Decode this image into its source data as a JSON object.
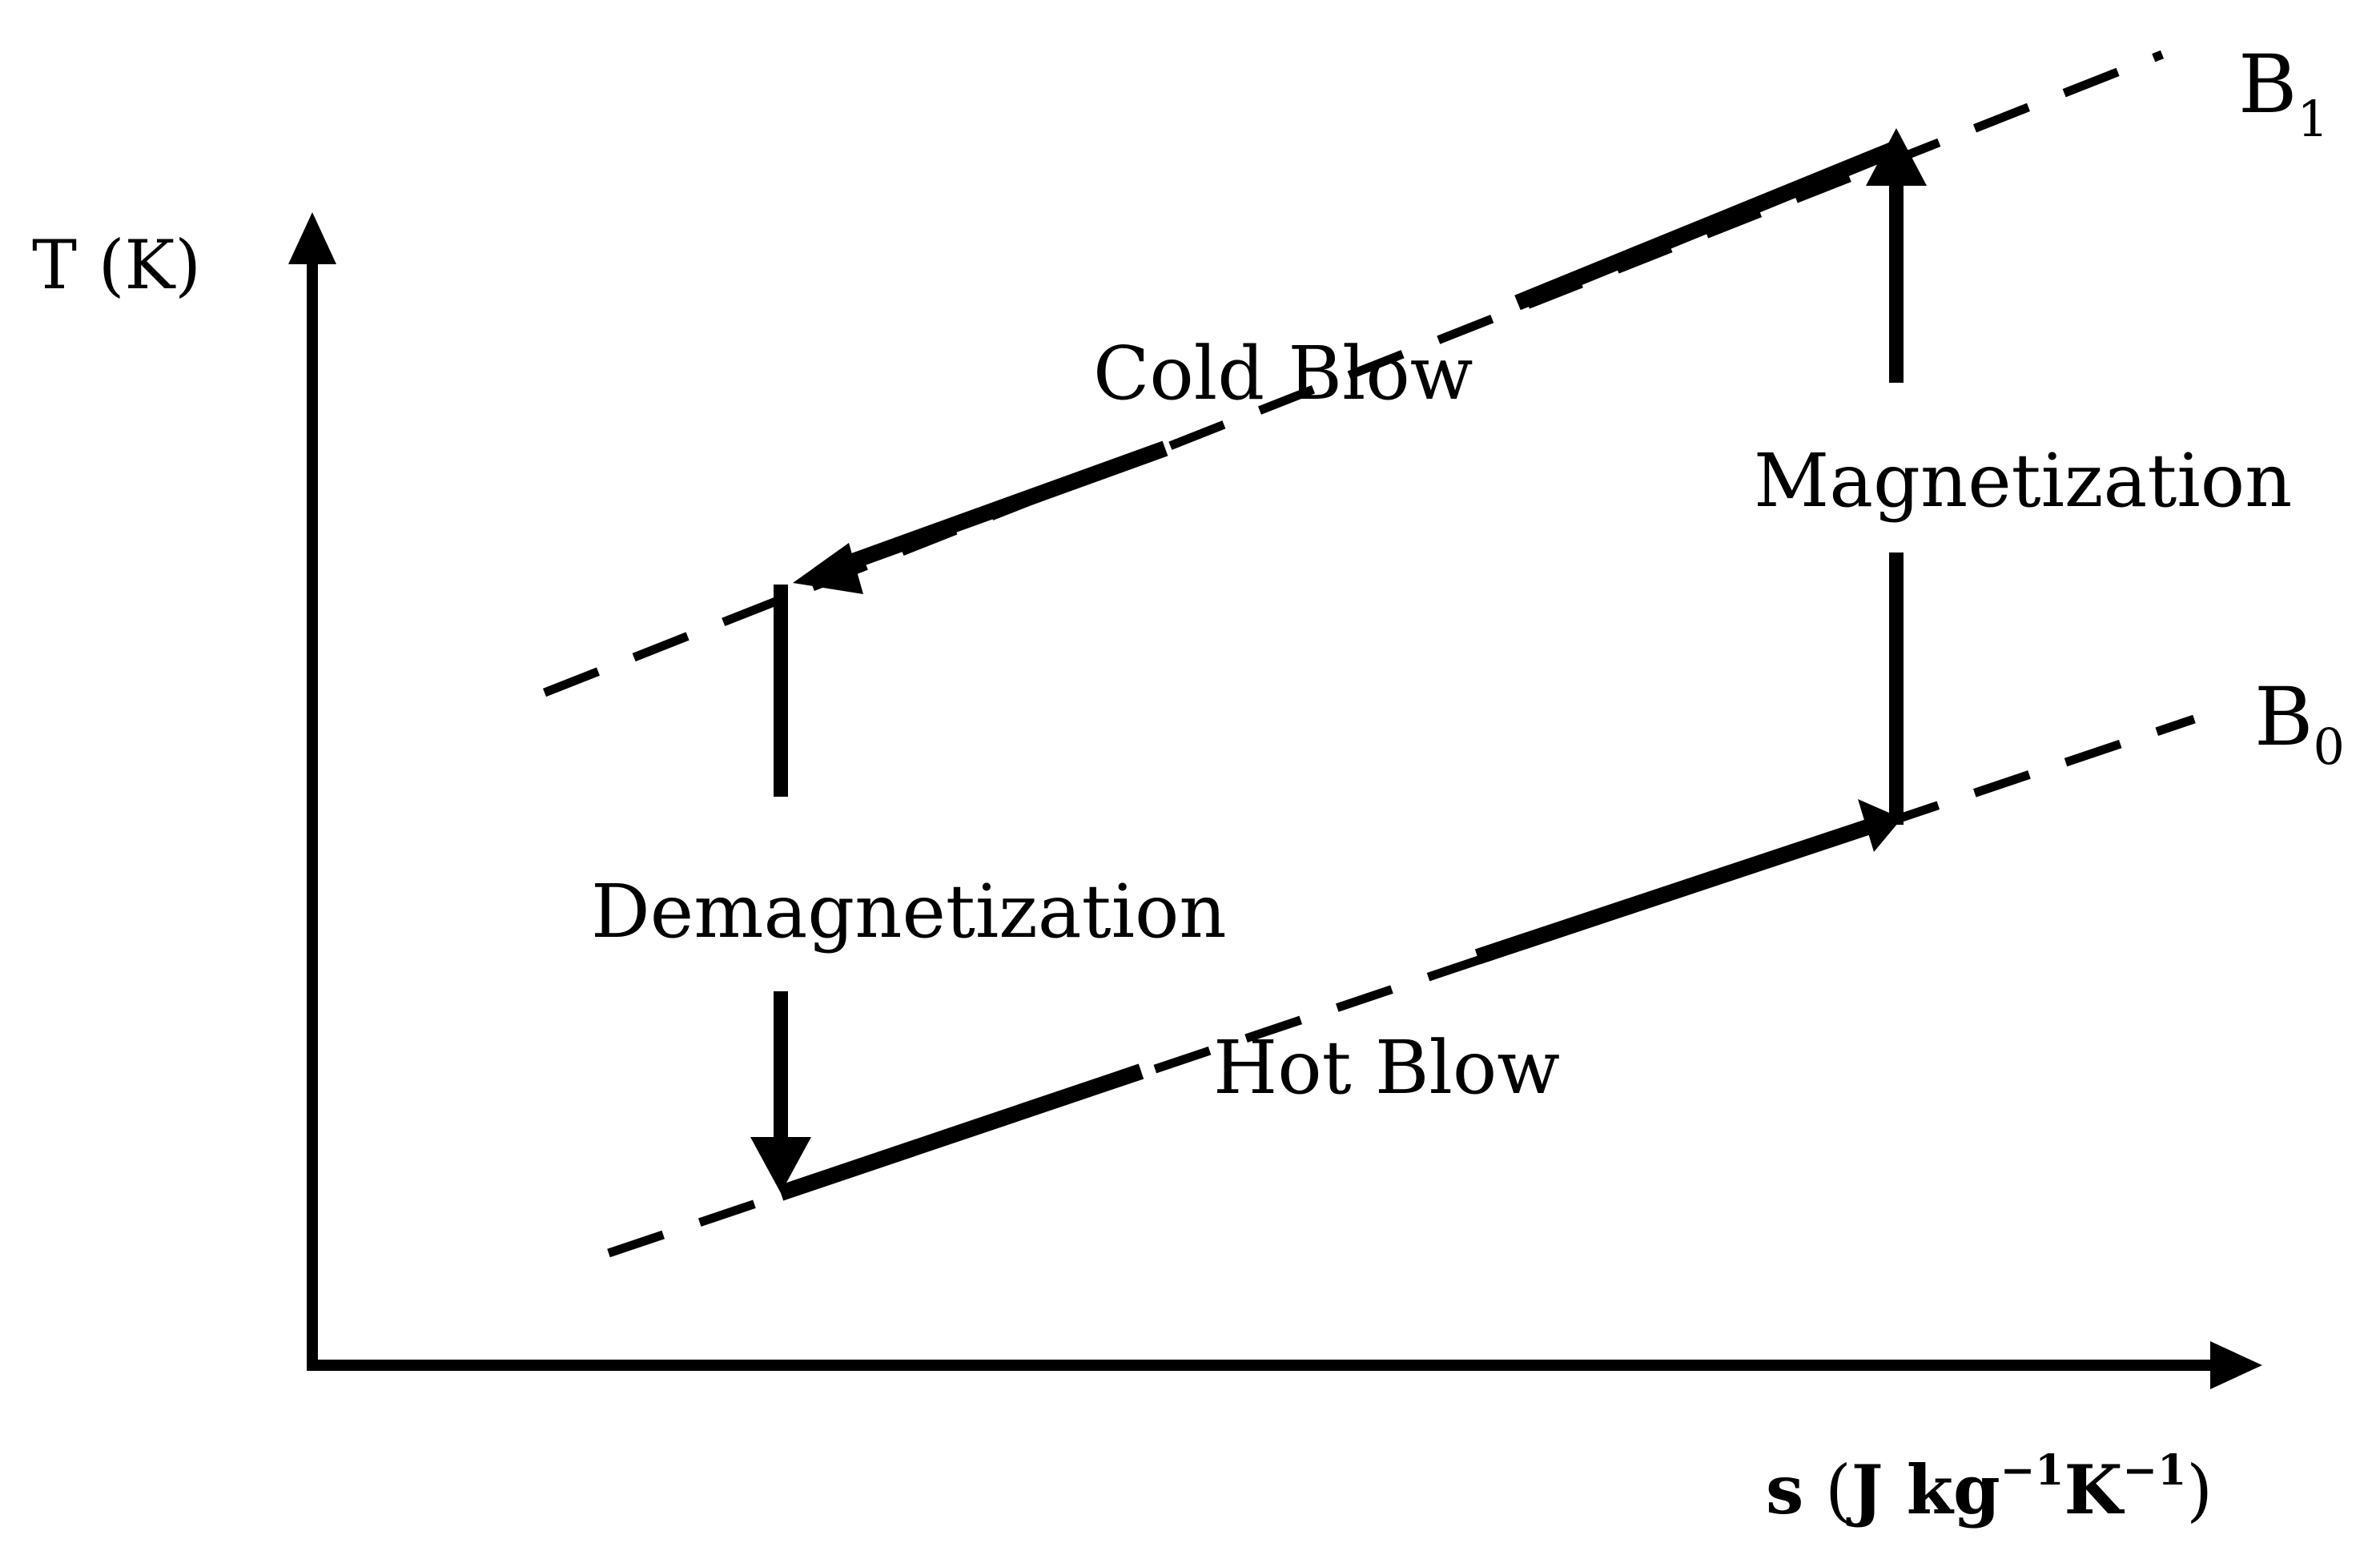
{
  "diagram": {
    "y_axis_label": "T (K)",
    "x_axis_label_main": "s",
    "x_axis_label_units_open": " (",
    "x_axis_label_J": "J kg",
    "x_axis_label_exp1": "−1",
    "x_axis_label_K": "K",
    "x_axis_label_exp2": "−1",
    "x_axis_label_close": ")",
    "field_high": {
      "letter": "B",
      "subscript": "1"
    },
    "field_low": {
      "letter": "B",
      "subscript": "0"
    },
    "stages": {
      "cold_blow": "Cold Blow",
      "magnetization": "Magnetization",
      "demagnetization": "Demagnetization",
      "hot_blow": "Hot Blow"
    },
    "line_color": "#000000"
  }
}
